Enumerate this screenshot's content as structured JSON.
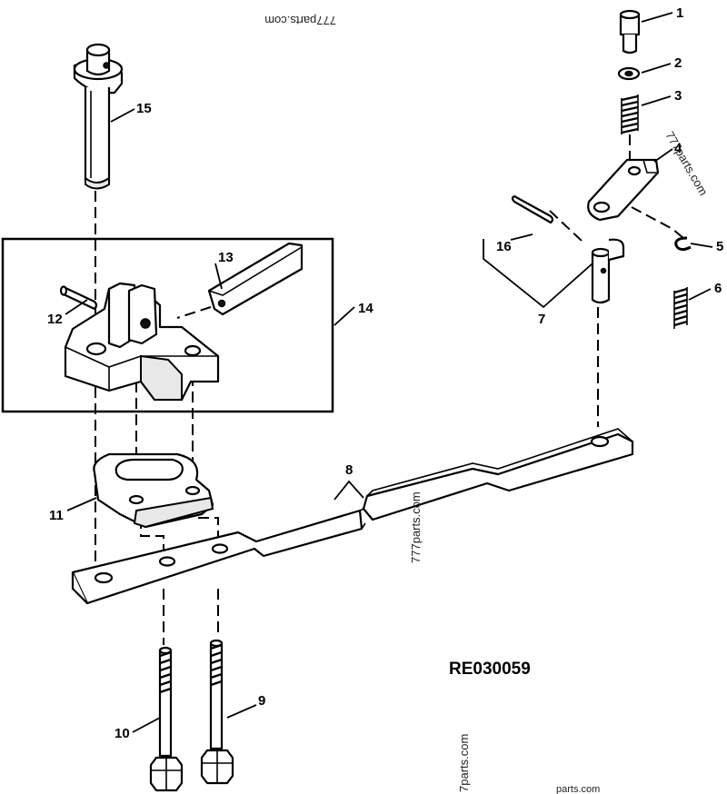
{
  "diagram": {
    "reference_code": "RE030059",
    "callouts": [
      "1",
      "2",
      "3",
      "4",
      "5",
      "6",
      "7",
      "8",
      "9",
      "10",
      "11",
      "12",
      "13",
      "14",
      "15",
      "16"
    ],
    "watermarks": [
      "777parts.com",
      "777parts.com",
      "777parts.com",
      "7parts.com",
      "parts.com"
    ]
  }
}
